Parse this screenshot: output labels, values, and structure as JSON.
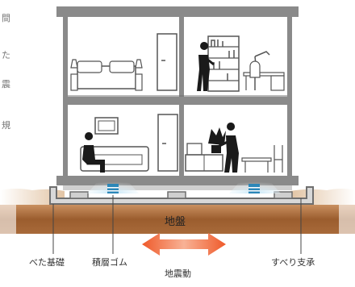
{
  "labels": {
    "ground": "地盤",
    "base_foundation": "べた基礎",
    "laminated_rubber": "積層ゴム",
    "sliding_bearing": "すべり支承",
    "earthquake_motion": "地震動"
  },
  "side_text": [
    "間",
    "た",
    "震",
    "規"
  ],
  "colors": {
    "ground": "#9b5d2e",
    "rubber": "#2c87b8",
    "arrow": "#e94e24",
    "structure": "#6f6f6f"
  }
}
